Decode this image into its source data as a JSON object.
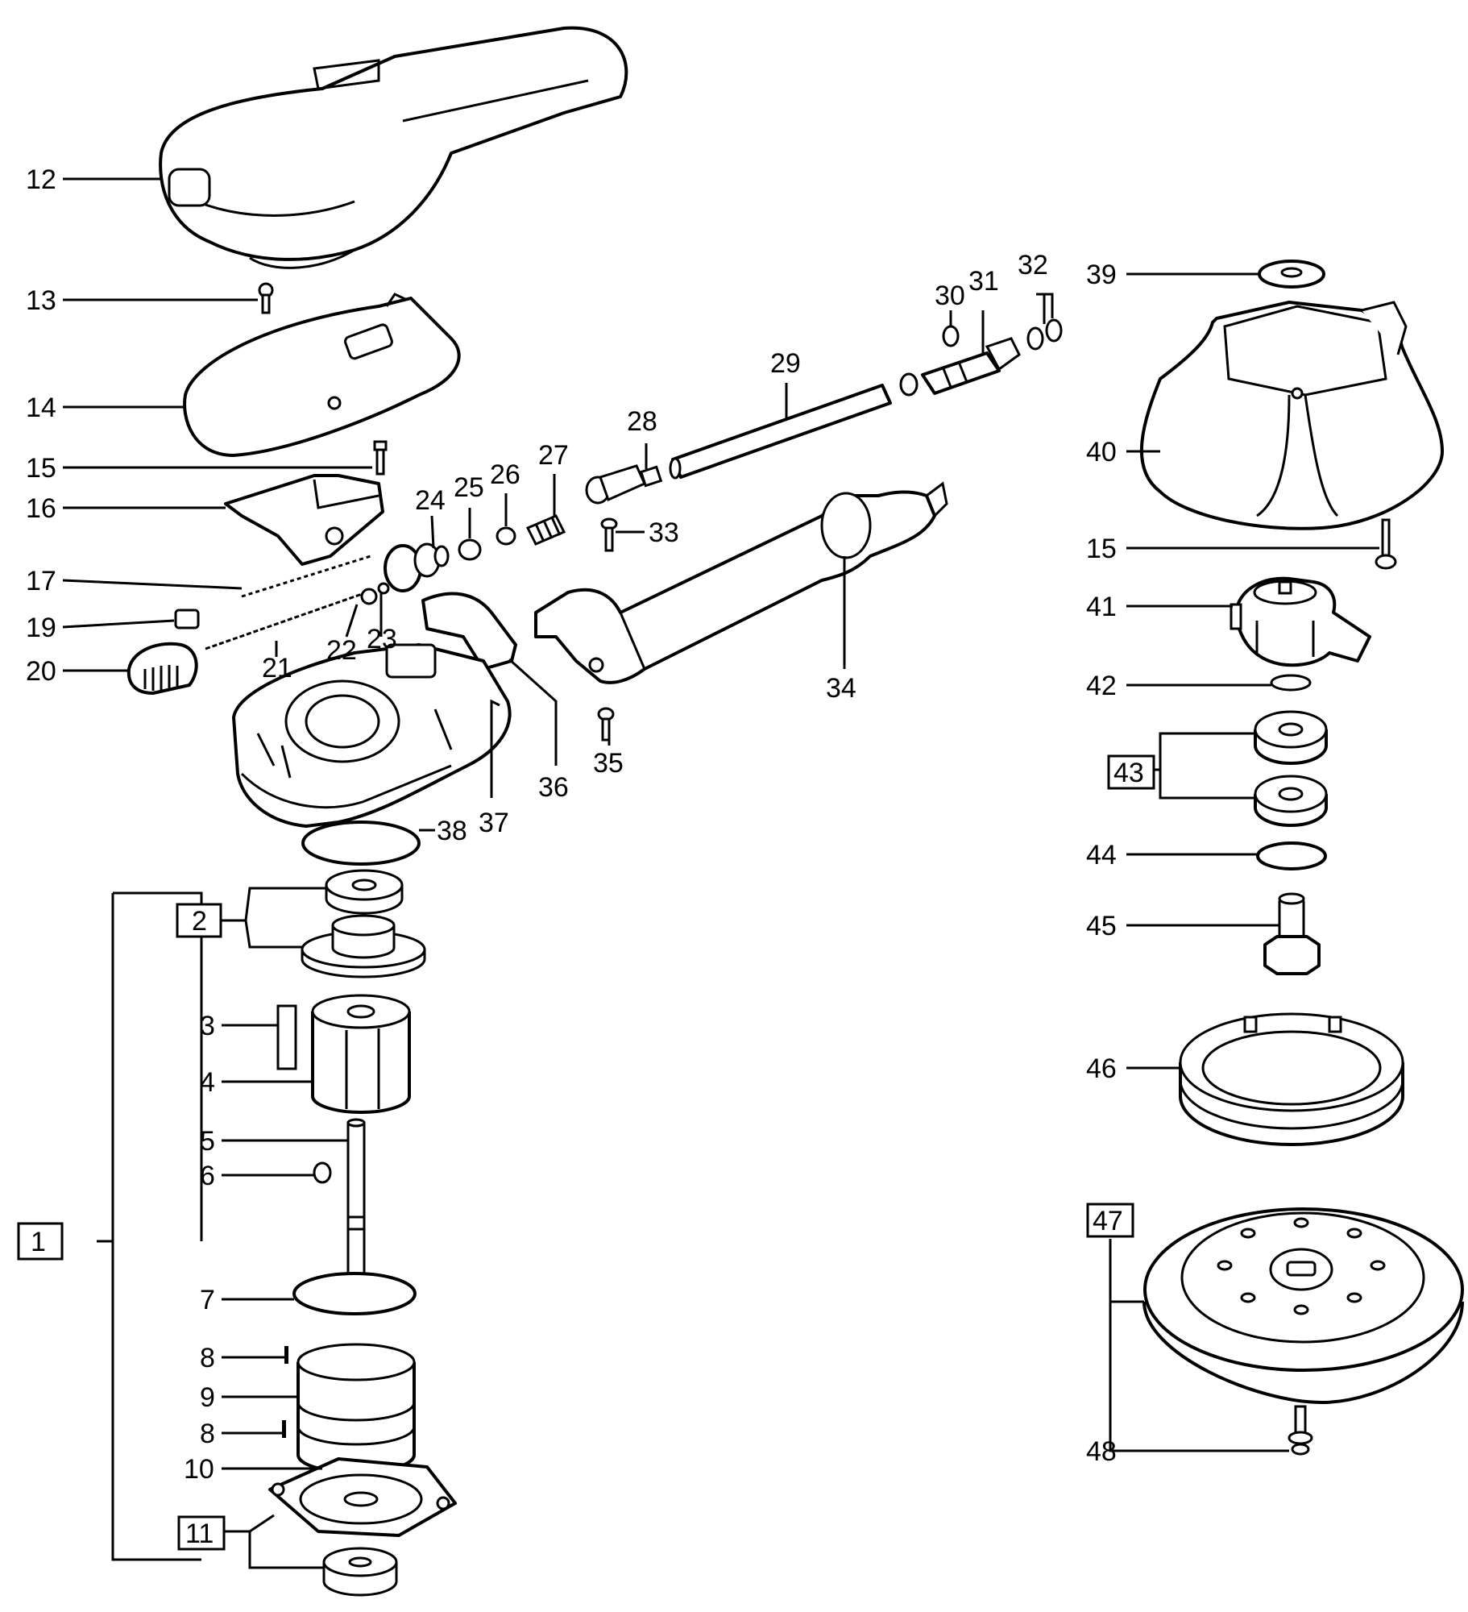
{
  "title": "",
  "part_labels": {
    "p1": "1",
    "p2": "2",
    "p3": "3",
    "p4": "4",
    "p5": "5",
    "p6": "6",
    "p7": "7",
    "p8a": "8",
    "p8b": "8",
    "p9": "9",
    "p10": "10",
    "p11": "11",
    "p12": "12",
    "p13": "13",
    "p14": "14",
    "p15a": "15",
    "p15b": "15",
    "p16": "16",
    "p17": "17",
    "p19": "19",
    "p20": "20",
    "p21": "21",
    "p22": "22",
    "p23": "23",
    "p24": "24",
    "p25": "25",
    "p26": "26",
    "p27": "27",
    "p28": "28",
    "p29": "29",
    "p30": "30",
    "p31": "31",
    "p32": "32",
    "p33": "33",
    "p34": "34",
    "p35": "35",
    "p36": "36",
    "p37": "37",
    "p38": "38",
    "p39": "39",
    "p40": "40",
    "p41": "41",
    "p42": "42",
    "p43": "43",
    "p44": "44",
    "p45": "45",
    "p46": "46",
    "p47": "47",
    "p48": "48"
  },
  "boxed_assemblies": [
    "1",
    "2",
    "11",
    "43",
    "47"
  ]
}
